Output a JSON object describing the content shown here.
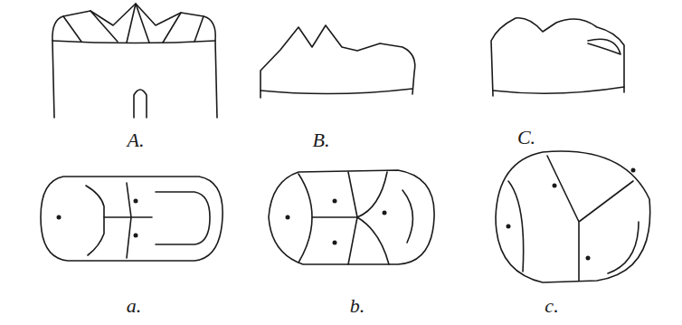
{
  "diagram": {
    "labels": [
      "A.",
      "B.",
      "C.",
      "a.",
      "b.",
      "c."
    ]
  }
}
